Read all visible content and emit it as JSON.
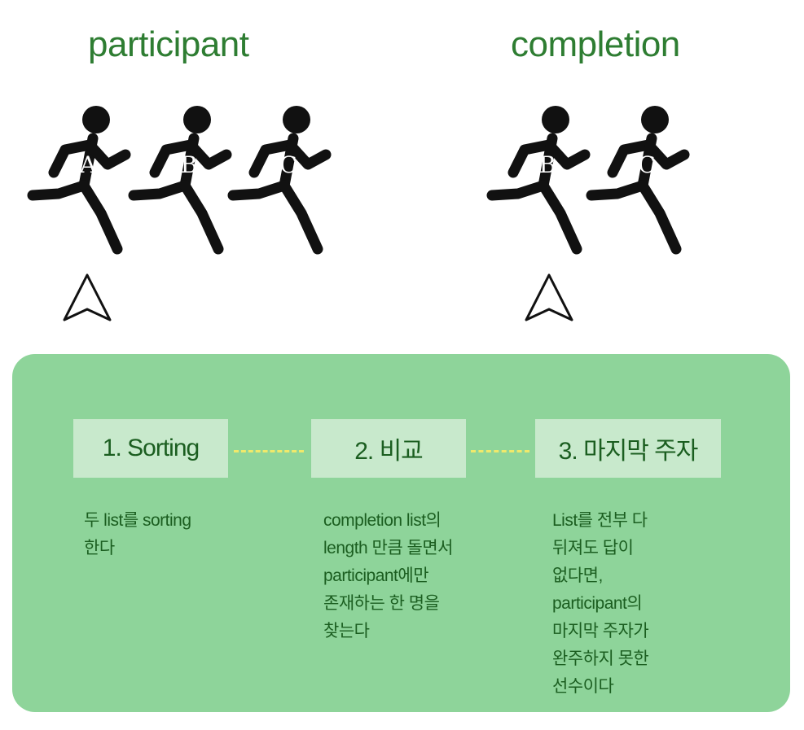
{
  "titles": {
    "participant": "participant",
    "completion": "completion"
  },
  "participants": [
    {
      "label": "A"
    },
    {
      "label": "B"
    },
    {
      "label": "C"
    }
  ],
  "completions": [
    {
      "label": "B"
    },
    {
      "label": "C"
    }
  ],
  "steps": [
    {
      "label": "1. Sorting",
      "description": "두 list를 sorting\n한다"
    },
    {
      "label": "2. 비교",
      "description": "completion list의\nlength 만큼 돌면서\nparticipant에만\n존재하는 한 명을\n찾는다"
    },
    {
      "label": "3. 마지막 주자",
      "description": "List를 전부 다\n뒤져도 답이\n없다면,\nparticipant의\n마지막 주자가\n완주하지 못한\n선수이다"
    }
  ],
  "colors": {
    "title": "#2e7d32",
    "panel": "#8ed49a",
    "step_box": "#c8e9cc",
    "text": "#1b5e20",
    "connector": "#f0e96b"
  }
}
